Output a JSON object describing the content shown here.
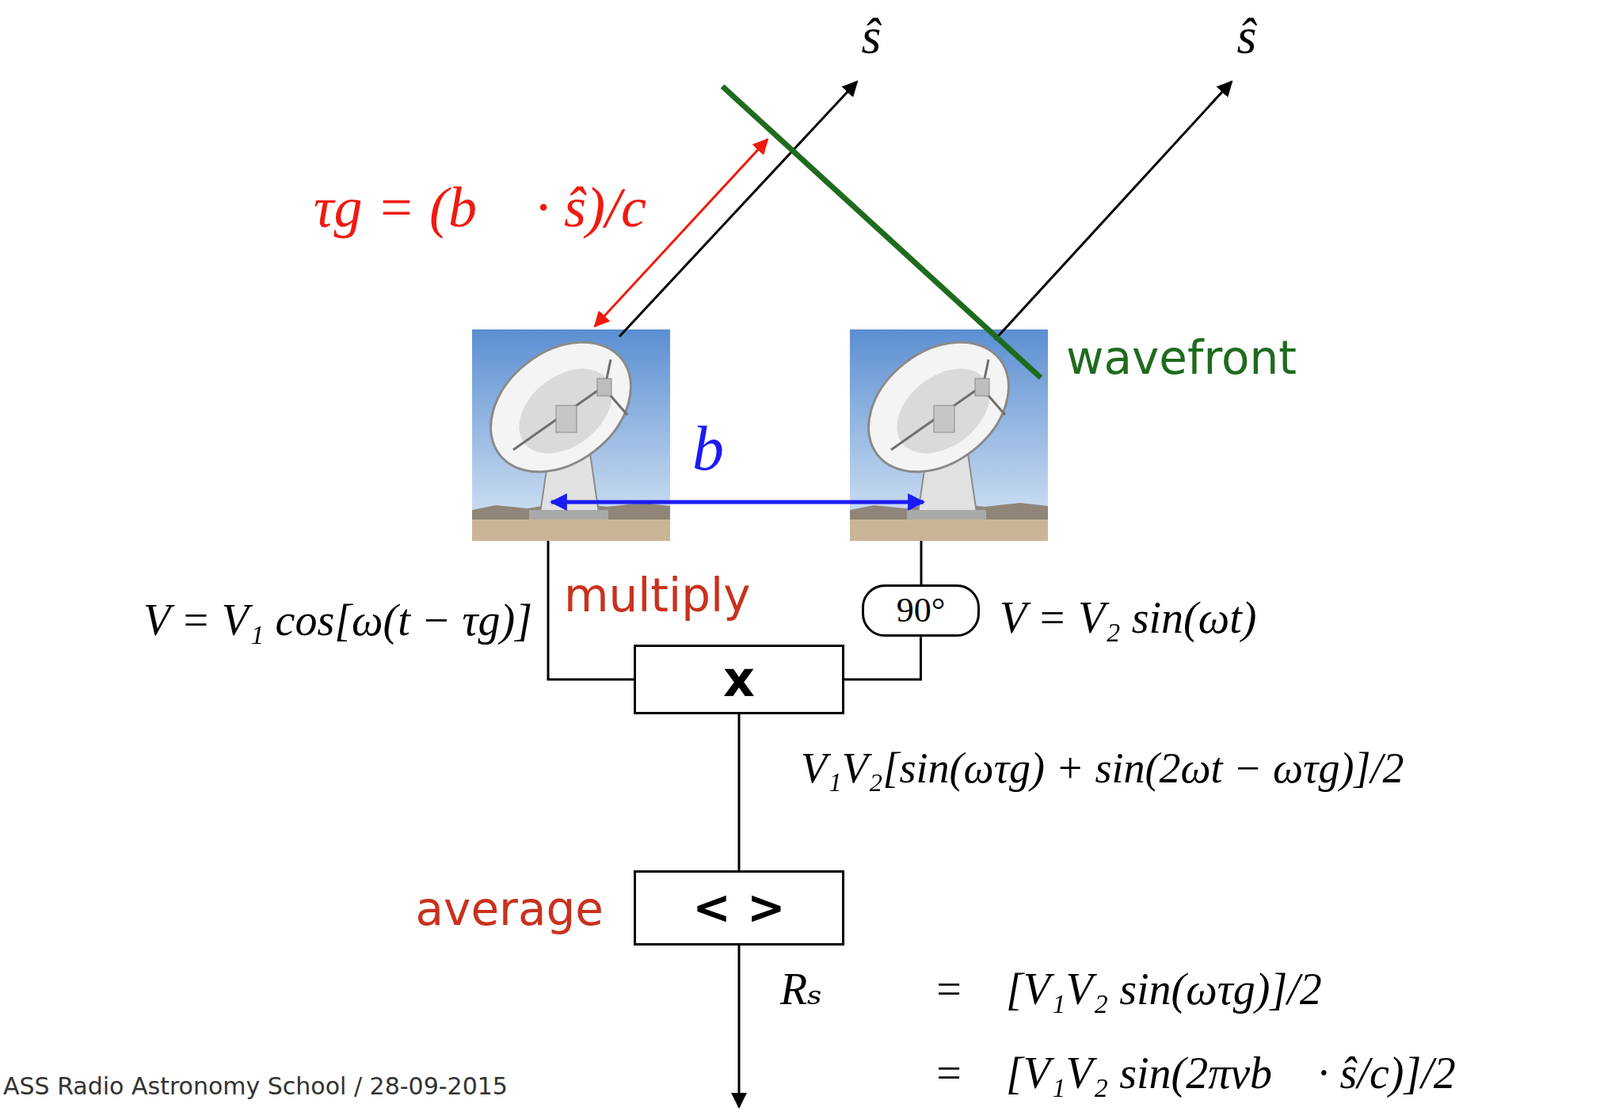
{
  "diagram": {
    "nodes": [
      {
        "text": [
          "90°"
        ]
      },
      {
        "text": [
          "x"
        ]
      },
      {
        "text": [
          "< >"
        ]
      }
    ],
    "edges": [
      {
        "from": 0,
        "to": 1,
        "arrow": "none"
      },
      {
        "from": 1,
        "to": 2,
        "arrow": "none"
      }
    ],
    "labels": [
      "ŝ",
      "ŝ",
      "τg = (b⃗ · ŝ)/c",
      "wavefront",
      "b⃗",
      "V = V₁ cos[ω(t − τg)]",
      "multiply",
      "V = V₂ sin(ωt)",
      "V₁V₂[sin(ωτg) + sin(2ωt − ωτg)]/2",
      "average",
      "Rₛ",
      "=",
      "[V₁V₂ sin(ωτg)]/2",
      "=",
      "[V₁V₂ sin(2πνb⃗ · ŝ/c)]/2",
      "ASS Radio Astronomy School / 28-09-2015"
    ]
  }
}
